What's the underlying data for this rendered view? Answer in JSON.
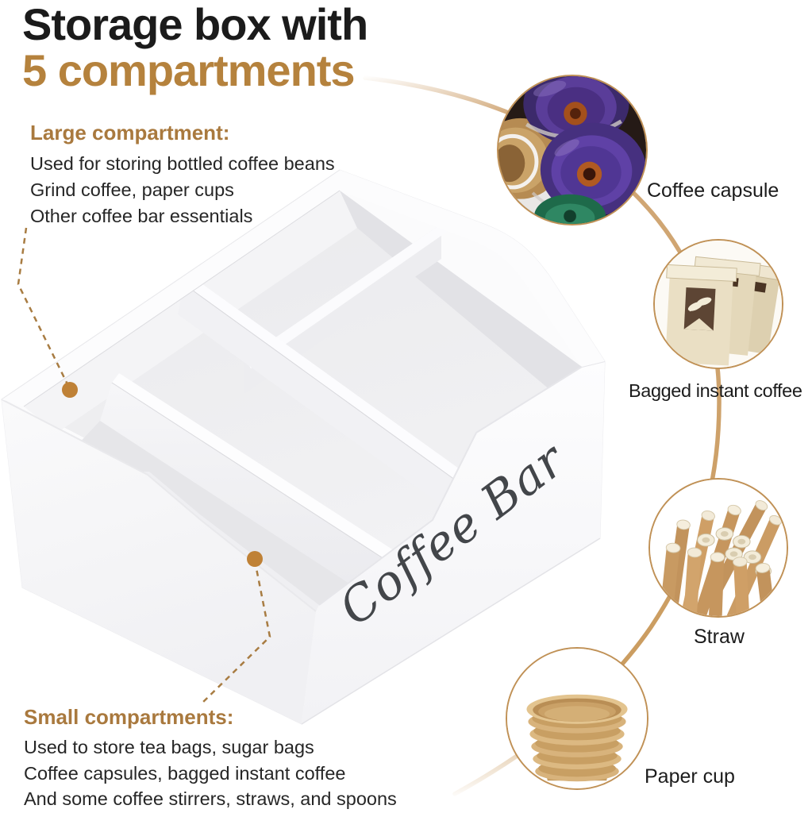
{
  "title": {
    "line1": "Storage box with",
    "line2": "5 compartments"
  },
  "large_compartment": {
    "heading": "Large compartment:",
    "lines": [
      "Used for storing bottled coffee beans",
      "Grind coffee, paper cups",
      "Other coffee bar essentials"
    ]
  },
  "small_compartments": {
    "heading": "Small compartments:",
    "lines": [
      "Used to store tea bags, sugar bags",
      "Coffee capsules, bagged instant coffee",
      "And some coffee stirrers, straws, and spoons"
    ]
  },
  "product": {
    "engraving": "Coffee Bar",
    "description": "white wooden storage box with 5 compartments"
  },
  "callouts": [
    {
      "label": "Coffee capsule"
    },
    {
      "label": "Bagged instant coffee"
    },
    {
      "label": "Straw"
    },
    {
      "label": "Paper cup"
    }
  ],
  "colors": {
    "accent_gold": "#b5823d",
    "heading_brown": "#a9793e",
    "pointer_brown": "#a87c42",
    "pointer_dot": "#bf8136",
    "circle_border": "#c09156",
    "connector_line": "#cfa472",
    "title_black": "#1b1b1b",
    "body_text": "#262626",
    "engraving_gray": "#43464a"
  }
}
